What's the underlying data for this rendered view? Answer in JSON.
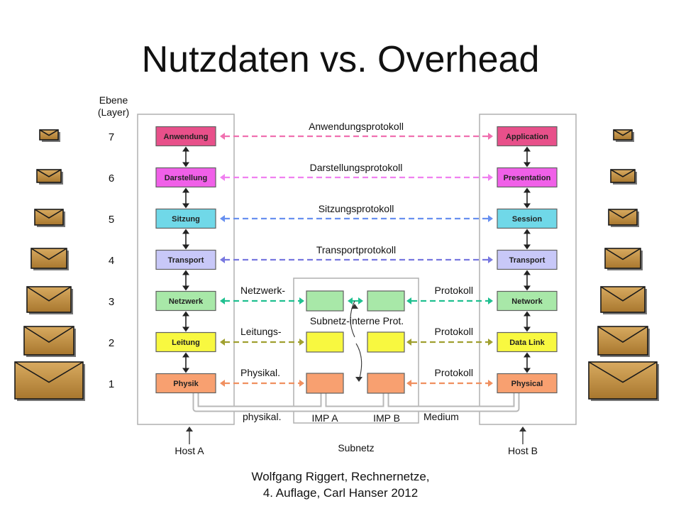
{
  "title": "Nutzdaten vs. Overhead",
  "layer_header": [
    "Ebene",
    "(Layer)"
  ],
  "layer_numbers": [
    "7",
    "6",
    "5",
    "4",
    "3",
    "2",
    "1"
  ],
  "host_a": {
    "label": "Host A",
    "layers": [
      "Anwendung",
      "Darstellung",
      "Sitzung",
      "Transport",
      "Netzwerk",
      "Leitung",
      "Physik"
    ]
  },
  "host_b": {
    "label": "Host B",
    "layers": [
      "Application",
      "Presentation",
      "Session",
      "Transport",
      "Network",
      "Data Link",
      "Physical"
    ]
  },
  "layer_colors": [
    "#e8508a",
    "#f060e8",
    "#70d8e8",
    "#c8c8f8",
    "#a8e8a8",
    "#f8f840",
    "#f8a070"
  ],
  "arrow_colors": [
    "#f070b0",
    "#f080f0",
    "#6890f0",
    "#7878e0",
    "#20c090",
    "#a0a030",
    "#f09060"
  ],
  "protocols": {
    "full": [
      "Anwendungsprotokoll",
      "Darstellungsprotokoll",
      "Sitzungsprotokoll",
      "Transportprotokoll"
    ],
    "left": [
      "Netzwerk-",
      "Leitungs-",
      "Physikal."
    ],
    "right": [
      "Protokoll",
      "Protokoll",
      "Protokoll"
    ]
  },
  "subnet": {
    "label": "Subnetz",
    "internal": "Subnetz-interne Prot.",
    "imp_a": "IMP A",
    "imp_b": "IMP B",
    "medium_left": "physikal.",
    "medium_right": "Medium"
  },
  "caption": {
    "line1": "Wolfgang Riggert, Rechnernetze,",
    "line2": "4. Auflage, Carl Hanser 2012"
  }
}
